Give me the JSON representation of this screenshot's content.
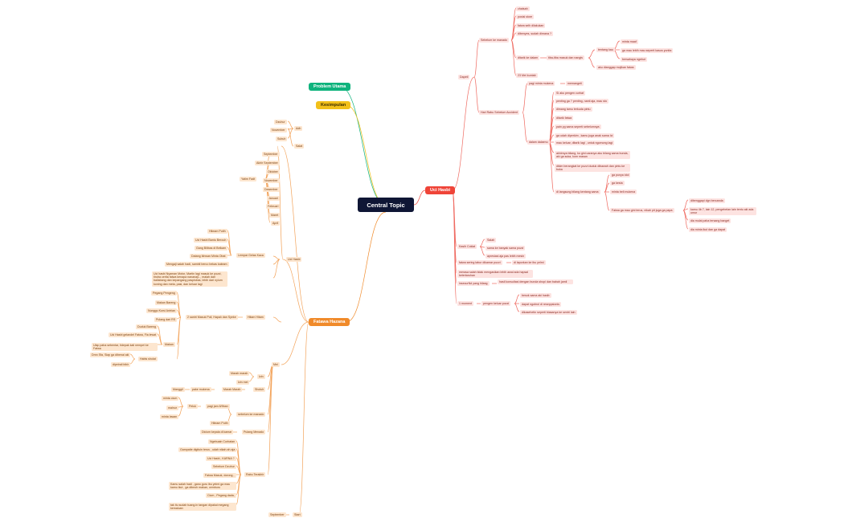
{
  "central": "Central Topic",
  "branches": {
    "problem": "Problem Utama",
    "kesimpulan": "Kesimpulan",
    "uci": "Uci Hasbi",
    "fatawa": "Fatawa Hazana"
  },
  "uci_nodes": {
    "dapet": "Dapetl",
    "sebelum_manado": "Sebelum ke manado",
    "sebelum_items": [
      "chatsah",
      "posisi store",
      "fatwa selh dilakukan",
      "dibenyes, sudah dimana ?"
    ],
    "ditarik": "ditarik ke dalam",
    "tiba": "tiba-tiba masuk dan nangis",
    "tentang": "tentang kau",
    "tentang_items": [
      "minta maaf",
      "ga mau lebih mau seperti kasus yunita",
      "bersahaya ngebut"
    ],
    "aku": "aku dianggap mojikan fatwa",
    "jam": "23 Mei kuntab",
    "hari": "Hari Rabu Sebelum Accident",
    "pagi": "pagi minta mukena",
    "pagi_child": "memangeti",
    "didalem": "dalam dalaenu",
    "didalem_items": [
      "Si aku pengen curhat",
      "penting ga ? penting, nanti aja, mau sto",
      "dimang tamu terkuda pintu",
      "ditarik fatwa",
      "pain yg sama seperti sebelumnya",
      "ga udah diperkim , kamu juga anak sama Ici",
      "mau keluar, ditarik lagi , untuk ngomong lagi",
      "akhirnya bilang, ko gini caranya aku bilang sama bunda, aki ga suka, kom masan",
      "dikim berangkat ke pozzi duduk dibawah dan pintu ke buka"
    ],
    "langsung": "di langsung bilang kentang sama",
    "langsung_items": [
      "ga punya idol",
      "ga kesta",
      "minta beli mukena"
    ],
    "fatwa_gamau": "Fatwa ga mau gini terus, nikah pit juga ga papa",
    "fatwa_items": [
      "dibenggapi dgn bercanda",
      "kamu 4b 7, lain 12, pengebelan lain tentu aki ada umur",
      "dia mulai paha tersang banget",
      "dia minta ikut dan ga dapat"
    ],
    "kasih": "Kasih Coklat",
    "kasih_items": [
      "Salah",
      "sama ke banyak sama pozzi",
      "apresiasi aja pas lebih mesin"
    ],
    "fatwa_sering": "fatwa sering labur dikamar pozzi",
    "fatwa_sering_child": "di laporkan ke ibu yelmi",
    "merasa": "merasa salah tidak mengasikan lebih awal ada hapsal keterlaruhan",
    "insecure": "insecurNd yang hilang",
    "insecure_child": "hasil konsultasi dengan bunda shopi dan babah jamil",
    "moment": "1 moment",
    "pengen": "pengen keluar pozzi",
    "pengen_items": [
      "besok sama aki hasib",
      "dapat ngobrol di reseppsionis",
      "dikasehetin seperti biasanya ke sentri lain"
    ]
  },
  "fatawa_nodes": {
    "salat": "Salat",
    "adh": "Adh",
    "adh_items": [
      "Dzuhur",
      "November",
      "Subuh"
    ],
    "yatim": "Yatim Fadt",
    "yatim_items": [
      "September",
      "Akhir September",
      "Oktober",
      "November",
      "Desember",
      "Januari",
      "Februari",
      "Maret",
      "April"
    ],
    "uci_hasbi": "Uci Hasbi",
    "lempar": "Lempar Gelas Kaca",
    "lempar_items": [
      "Hiteam Putih",
      "Uci Hasbi Bantu Berouh",
      "Gang Bilibas di Belkam",
      "Datang Ikhwan Minta Obat"
    ],
    "mengaji": "Mengaji salah hadi, sambil berco bekas kaleam",
    "uci_para": "Uci hasbi Nyaman Motor, Martin lagi masuk ke pozzi, tindra cerita fatwa kenapa nanana(L , malah dari ballabang dan kepangang paspisbas, lebih dari nyium koning dan meta, pasi, dan keluar lagi",
    "hitam": "Hitam Hitam",
    "sendiri": "2 santri Masuk Poli, Hapalı dan Syeke",
    "sendiri_items": [
      "Pegang Pengeng",
      "Makan Bareng",
      "Nunggu Kursi Antrian",
      "Pulang dari RS"
    ],
    "makan": "Makan",
    "makan_items": [
      "Duduk Bareng",
      "Uci Hasbi gelandel Fatwa, Fia lewat",
      "Ulap paha sebentar, tidepak kali nempel ke Fatwa"
    ],
    "habis": "Habis sholat",
    "habis_items": [
      "Dmn Sfa, Siap ga dibenai aki",
      "dipeirali bibir"
    ],
    "mei": "Mei",
    "izin": "Izin",
    "izin_items": [
      "Marah marah",
      "Izin mei"
    ],
    "sholuh": "Sholuh",
    "marah": "Marah Marah",
    "marah_child": "pake mukena",
    "marah_leaf": "Manggil",
    "sebelum": "sebelum ke manado",
    "pagi": "pagi jam 8/9ban",
    "pagi_child": "Peluk",
    "peluk_items": [
      "minta cium",
      "malnur",
      "minta lawan"
    ],
    "hiteam_putih": "Hiteam Putih",
    "pulang": "Pulang Menado",
    "pulang_child": "Dicium kepala di kamar",
    "rabu": "Rabu Terakhir",
    "rabu_items": [
      "Ngebuain Curhatan",
      "Gampatie digituin terus , udah nikah ah aja",
      "Uci Hasbi , KARNA ?",
      "Sebelum Dzuhur",
      "Fatwa Masuk, dorong ,",
      "Kamu salah hadi , gano guru ibu yelmi ga mau kamu ikut , ga dibeoh makan, cemburu",
      "Cium , Pegang dada,",
      "tak itu sudah tuang.in tangan dipakai megang kemaluan"
    ],
    "start": "Start",
    "start_child": "September"
  },
  "colors": {
    "central": "#0f1635",
    "problem": "#0fb37d",
    "kesimpulan": "#f2c01a",
    "uci": "#ef4438",
    "fatawa": "#f08a2a"
  }
}
